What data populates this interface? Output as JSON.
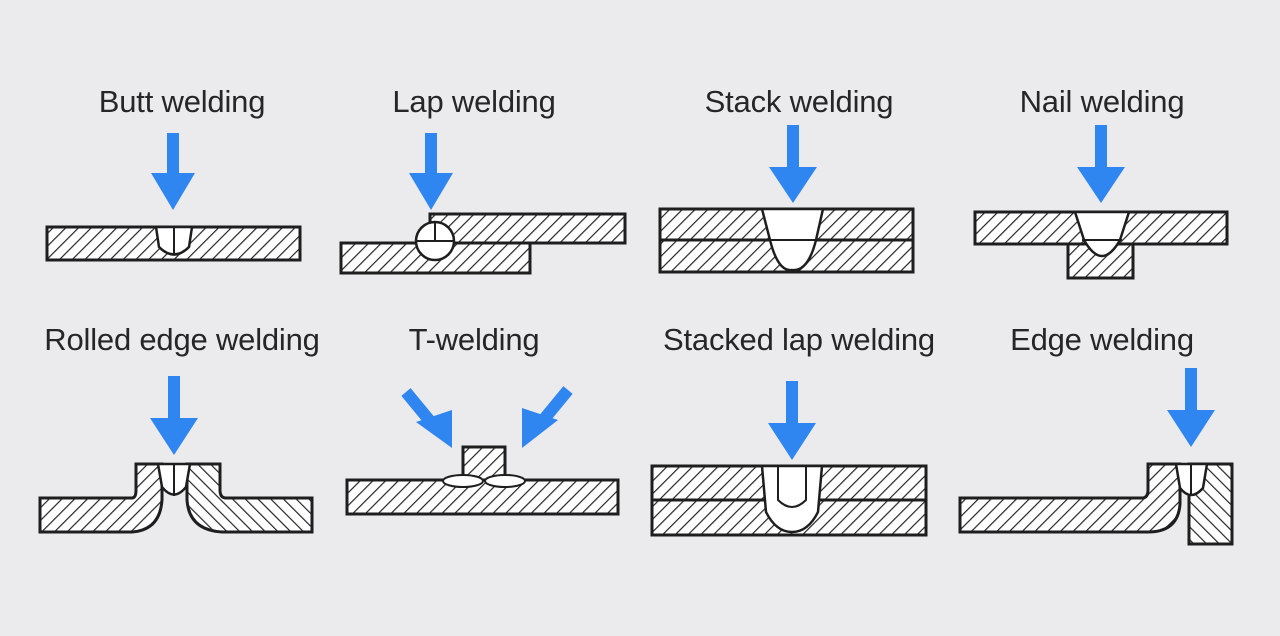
{
  "diagram": {
    "arrow_color": "#2f86f0",
    "outline_color": "#1e1e1e",
    "hatch_color": "#262626",
    "background": "#ebebed",
    "weld_types": [
      {
        "id": "butt",
        "label": "Butt welding",
        "arrow_icon": "down-arrow-icon"
      },
      {
        "id": "lap",
        "label": "Lap welding",
        "arrow_icon": "down-arrow-icon"
      },
      {
        "id": "stack",
        "label": "Stack welding",
        "arrow_icon": "down-arrow-icon"
      },
      {
        "id": "nail",
        "label": "Nail welding",
        "arrow_icon": "down-arrow-icon"
      },
      {
        "id": "rolled",
        "label": "Rolled edge welding",
        "arrow_icon": "down-arrow-icon"
      },
      {
        "id": "t",
        "label": "T-welding",
        "arrow_icon": "diagonal-arrow-icon"
      },
      {
        "id": "stacked-lap",
        "label": "Stacked lap welding",
        "arrow_icon": "down-arrow-icon"
      },
      {
        "id": "edge",
        "label": "Edge welding",
        "arrow_icon": "down-arrow-icon"
      }
    ]
  }
}
